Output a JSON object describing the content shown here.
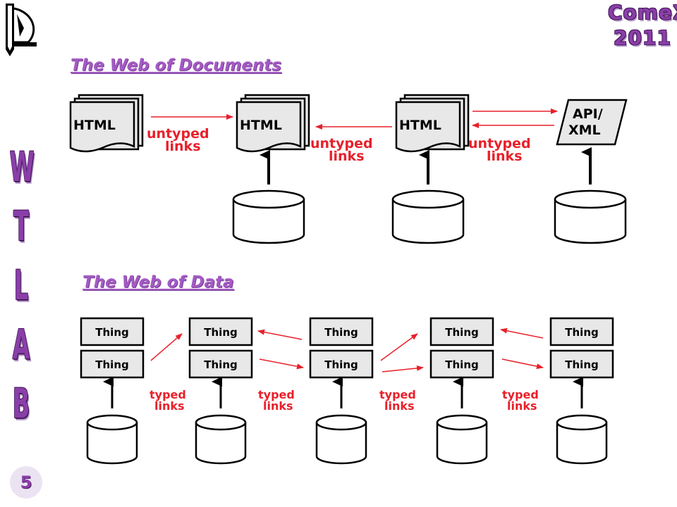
{
  "header": {
    "brand_line1": "ComeX",
    "brand_line2": "2011"
  },
  "sidebar": {
    "letters": [
      "W",
      "T",
      "L",
      "A",
      "B"
    ]
  },
  "page_number": "5",
  "web_of_documents": {
    "title": "The Web of Documents",
    "documents": [
      {
        "label": "HTML"
      },
      {
        "label": "HTML"
      },
      {
        "label": "HTML"
      }
    ],
    "api_label_line1": "API/",
    "api_label_line2": "XML",
    "links": [
      {
        "line1": "untyped",
        "line2": "links"
      },
      {
        "line1": "untyped",
        "line2": "links"
      },
      {
        "line1": "untyped",
        "line2": "links"
      }
    ]
  },
  "web_of_data": {
    "title": "The Web of Data",
    "thing_label": "Thing",
    "links": [
      {
        "line1": "typed",
        "line2": "links"
      },
      {
        "line1": "typed",
        "line2": "links"
      },
      {
        "line1": "typed",
        "line2": "links"
      },
      {
        "line1": "typed",
        "line2": "links"
      }
    ]
  },
  "colors": {
    "accent_purple": "#8a3fa8",
    "link_red": "#e8202a",
    "box_fill": "#e8e8e8"
  }
}
